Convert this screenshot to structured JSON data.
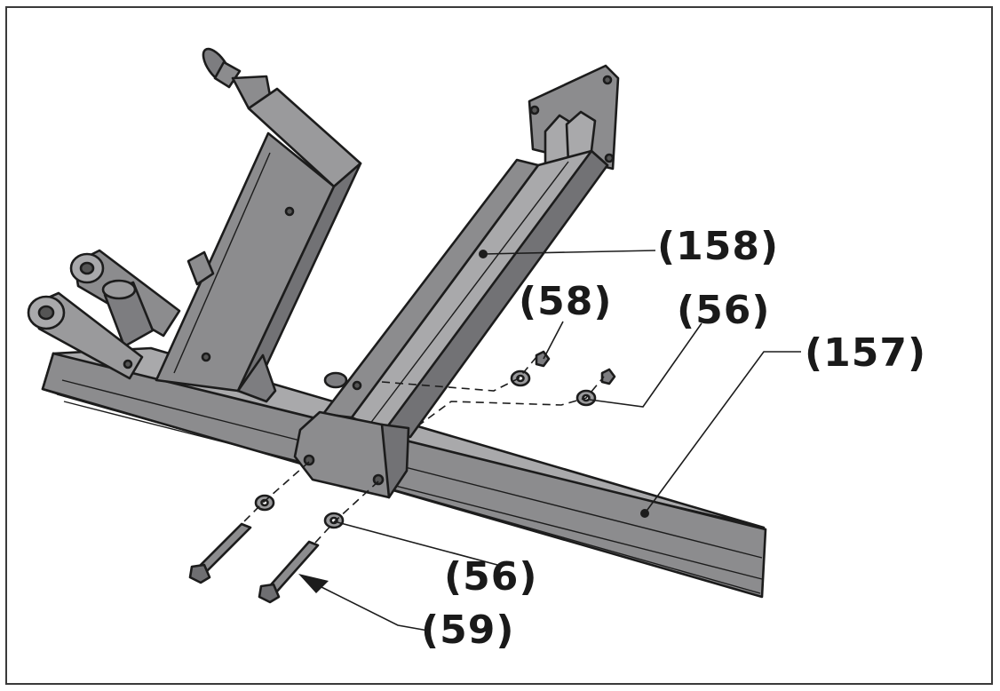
{
  "figure": {
    "colors": {
      "part_fill": "#8c8c8e",
      "part_shadow": "#6f6f72",
      "part_light": "#a9a9ab",
      "outline": "#1c1c1c",
      "label": "#1a1a1a",
      "frame": "#3a3a3a"
    },
    "callouts": {
      "part_158": "(158)",
      "part_58": "(58)",
      "part_56_upper": "(56)",
      "part_157": "(157)",
      "part_56_lower": "(56)",
      "part_59": "(59)"
    }
  }
}
